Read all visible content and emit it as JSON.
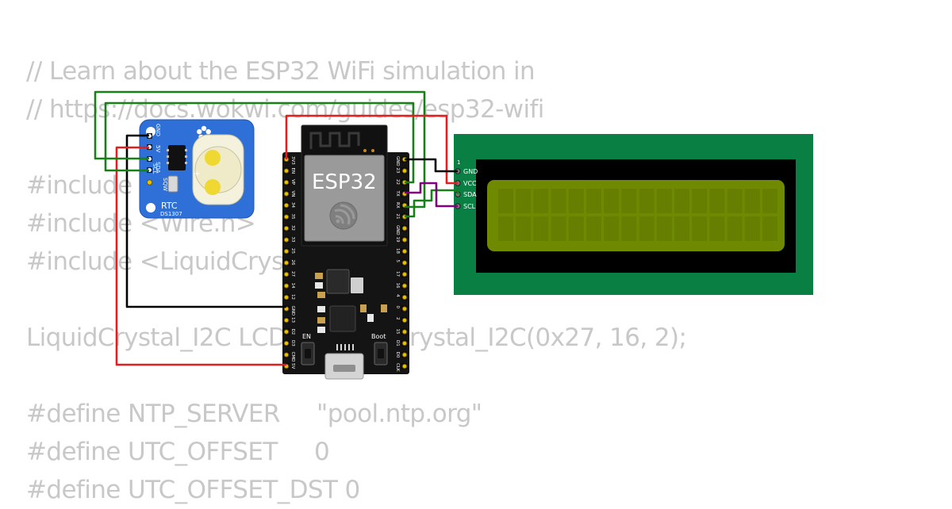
{
  "code_lines": [
    "// Learn about the ESP32 WiFi simulation in",
    "// https://docs.wokwi.com/guides/esp32-wifi",
    "",
    "#include <WiFi.h>",
    "#include <Wire.h>",
    "#include <LiquidCrystal_I2C.h>",
    "",
    "LiquidCrystal_I2C LCD = LiquidCrystal_I2C(0x27, 16, 2);",
    "",
    "#define NTP_SERVER     \"pool.ntp.org\"",
    "#define UTC_OFFSET     0",
    "#define UTC_OFFSET_DST 0"
  ],
  "rtc": {
    "label": "RTC",
    "chip": "DS1307",
    "pins": [
      "GND",
      "5V",
      "SDA",
      "SCL"
    ],
    "sqw": "SQW",
    "color": "#2e6fd8"
  },
  "esp32": {
    "label": "ESP32",
    "left_pins": [
      "3V3",
      "EN",
      "VP",
      "VN",
      "34",
      "35",
      "32",
      "33",
      "25",
      "26",
      "27",
      "14",
      "12",
      "GND",
      "13",
      "D2",
      "D3",
      "CMD",
      "5V"
    ],
    "right_pins": [
      "GND",
      "23",
      "22",
      "TX",
      "RX",
      "21",
      "GND",
      "19",
      "18",
      "5",
      "17",
      "16",
      "4",
      "0",
      "2",
      "15",
      "D1",
      "D0",
      "CLK"
    ],
    "en_label": "EN",
    "boot_label": "Boot"
  },
  "lcd": {
    "pin_number": "1",
    "pins": [
      "GND",
      "VCC",
      "SDA",
      "SCL"
    ],
    "board_color": "#0a7f44",
    "screen_color": "#6f8a00"
  },
  "wires": {
    "gnd": "#000000",
    "vcc": "#e02020",
    "sda": "#188018",
    "scl": "#800080"
  }
}
